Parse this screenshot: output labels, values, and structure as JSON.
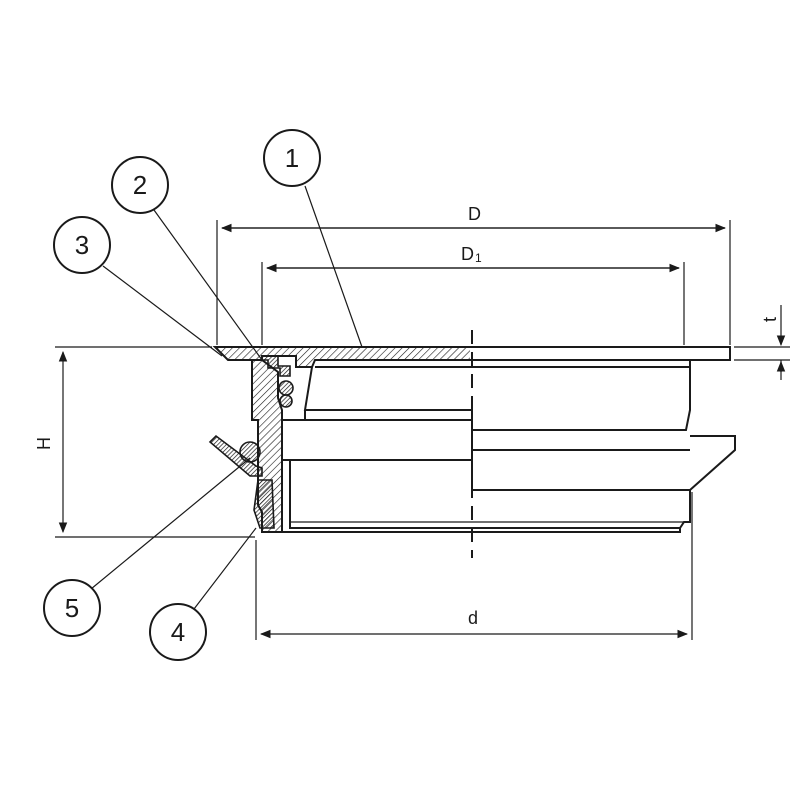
{
  "balloons": [
    {
      "id": "1",
      "label": "1"
    },
    {
      "id": "2",
      "label": "2"
    },
    {
      "id": "3",
      "label": "3"
    },
    {
      "id": "4",
      "label": "4"
    },
    {
      "id": "5",
      "label": "5"
    }
  ],
  "dimensions": {
    "D": {
      "main": "D",
      "sub": ""
    },
    "D1": {
      "main": "D",
      "sub": "1"
    },
    "t": {
      "main": "t"
    },
    "H": {
      "main": "H"
    },
    "d": {
      "main": "d"
    }
  },
  "colors": {
    "line": "#1a1a1a",
    "background": "#ffffff"
  }
}
